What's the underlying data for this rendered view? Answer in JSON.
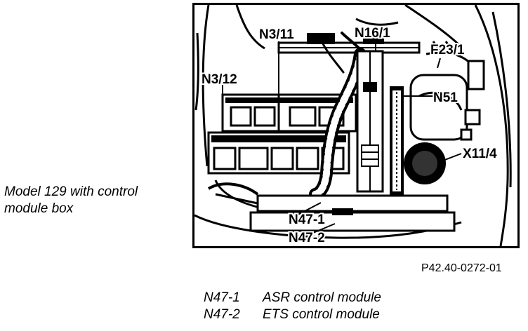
{
  "caption": {
    "line1": "Model 129 with control",
    "line2": "module box"
  },
  "figure": {
    "labels": {
      "n3_11": "N3/11",
      "n16_1": "N16/1",
      "f23_1": "F23/1",
      "n3_12": "N3/12",
      "n51": "N51",
      "x11_4": "X11/4",
      "n47_1": "N47-1",
      "n47_2": "N47-2"
    }
  },
  "reference": "P42.40-0272-01",
  "legend": [
    {
      "code": "N47-1",
      "description": "ASR control module"
    },
    {
      "code": "N47-2",
      "description": "ETS control module"
    }
  ]
}
